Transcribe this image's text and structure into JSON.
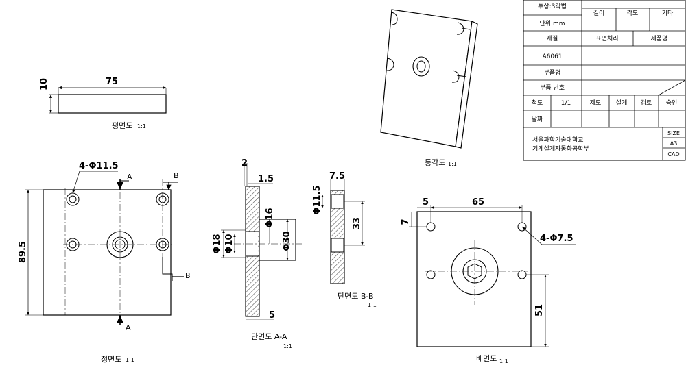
{
  "title_block": {
    "projection": "투상:3각법",
    "unit": "단위:mm",
    "col_length": "길이",
    "col_angle": "각도",
    "col_etc": "기타",
    "material_label": "재질",
    "surface_label": "표면처리",
    "product_label": "제품명",
    "material_value": "A6061",
    "part_name_label": "부품명",
    "part_number_label": "부품 번호",
    "scale_label": "척도",
    "scale_value": "1/1",
    "drafted_label": "제도",
    "design_label": "설계",
    "review_label": "검토",
    "approve_label": "승인",
    "date_label": "날짜",
    "school": "서울과학기술대학교",
    "department": "기계설계자동화공학부",
    "size_label": "SIZE",
    "size_value": "A3",
    "cad_label": "CAD"
  },
  "views": {
    "top_view": "평면도",
    "top_scale": "1:1",
    "front_view": "정면도",
    "front_scale": "1:1",
    "section_aa": "단면도 A-A",
    "section_aa_scale": "1:1",
    "section_bb": "단면도 B-B",
    "section_bb_scale": "1:1",
    "back_view": "배면도",
    "back_scale": "1:1",
    "iso_view": "등각도",
    "iso_scale": "1:1"
  },
  "dimensions": {
    "top_width": "75",
    "top_thickness": "10",
    "front_height": "89.5",
    "front_holes": "4-Φ11.5",
    "cut_a": "A",
    "cut_b": "B",
    "aa_thk2": "2",
    "aa_thk15": "1.5",
    "aa_d16": "Φ16",
    "aa_d18": "Φ18",
    "aa_d10": "Φ10",
    "aa_d30": "Φ30",
    "aa_thk5": "5",
    "bb_75": "7.5",
    "bb_d115": "Φ11.5",
    "bb_33": "33",
    "back_5": "5",
    "back_65": "65",
    "back_7": "7",
    "back_holes": "4-Φ7.5",
    "back_51": "51"
  }
}
